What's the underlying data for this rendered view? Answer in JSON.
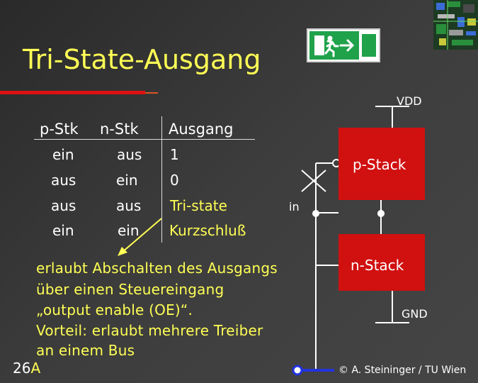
{
  "slide": {
    "title": "Tri-State-Ausgang",
    "page_number": "26",
    "page_suffix": "A",
    "copyright": "© A. Steininger / TU Wien"
  },
  "table": {
    "headers": [
      "p-Stk",
      "n-Stk",
      "Ausgang"
    ],
    "rows": [
      [
        "ein",
        "aus",
        "1"
      ],
      [
        "aus",
        "ein",
        "0"
      ],
      [
        "aus",
        "aus",
        "Tri-state"
      ],
      [
        "ein",
        "ein",
        "Kurzschluß"
      ]
    ]
  },
  "explanation": [
    "erlaubt Abschalten des Ausgangs",
    "über einen Steuereingang",
    "„output enable (OE)“.",
    "Vorteil: erlaubt mehrere Treiber",
    "an einem Bus"
  ],
  "circuit": {
    "vdd": "VDD",
    "gnd": "GND",
    "p_stack": "p-Stack",
    "n_stack": "n-Stack",
    "input": "in"
  },
  "colors": {
    "accent_text": "#ffff55",
    "stack_fill": "#d11010",
    "wire": "#ffffff",
    "bus": "#2233dd"
  },
  "icons": [
    "exit-sign-icon"
  ]
}
